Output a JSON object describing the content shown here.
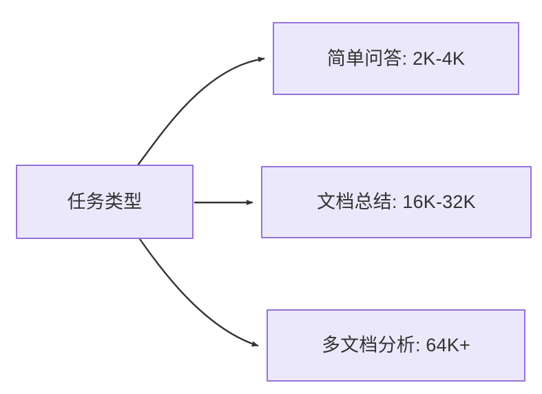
{
  "diagram": {
    "type": "flowchart",
    "direction": "left-to-right",
    "background_color": "#ffffff",
    "node_fill_color": "#ebe8fb",
    "node_border_color": "#9673d8",
    "node_text_color": "#333333",
    "edge_color": "#333333",
    "nodes": [
      {
        "id": "root",
        "label": "任务类型",
        "role": "root"
      },
      {
        "id": "simple-qa",
        "label": "简单问答: 2K-4K",
        "role": "leaf"
      },
      {
        "id": "doc-summary",
        "label": "文档总结: 16K-32K",
        "role": "leaf"
      },
      {
        "id": "multi-doc",
        "label": "多文档分析: 64K+",
        "role": "leaf"
      }
    ],
    "edges": [
      {
        "id": "edge-root-simple-qa",
        "from": "root",
        "to": "simple-qa",
        "label": "",
        "style": "curved",
        "arrowhead": "solid-triangle"
      },
      {
        "id": "edge-root-doc-summary",
        "from": "root",
        "to": "doc-summary",
        "label": "",
        "style": "straight",
        "arrowhead": "solid-triangle"
      },
      {
        "id": "edge-root-multi-doc",
        "from": "root",
        "to": "multi-doc",
        "label": "",
        "style": "curved",
        "arrowhead": "solid-triangle"
      }
    ]
  }
}
